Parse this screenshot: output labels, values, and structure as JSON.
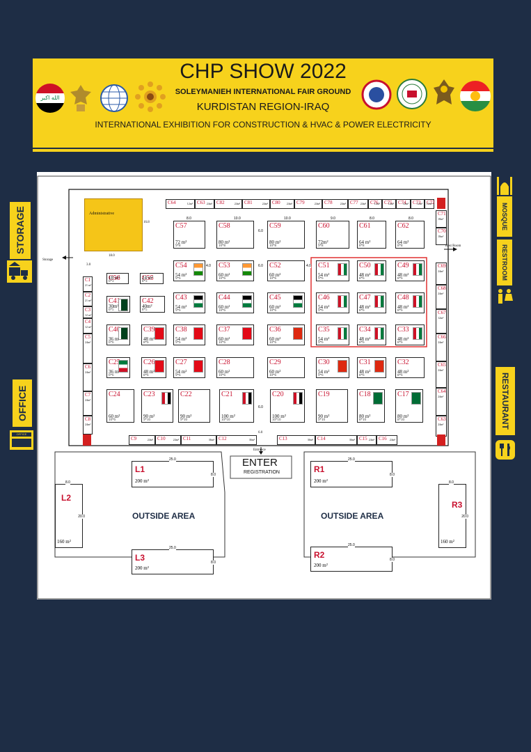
{
  "header": {
    "title": "CHP SHOW 2022",
    "venue": "SOLEYMANIEH INTERNATIONAL FAIR GROUND",
    "region": "KURDISTAN REGION-IRAQ",
    "subtitle": "INTERNATIONAL EXHIBITION FOR CONSTRUCTION & HVAC & POWER ELECTRICITY",
    "iraq_flag_text": "الله اكبر"
  },
  "side": {
    "storage": "STORAGE",
    "office": "OFFICE",
    "office_sign": "OFFICE",
    "mosque": "MOSQUE",
    "restroom": "RESTROOM",
    "restaurant": "RESTAURANT"
  },
  "map": {
    "administrative": "Administrative",
    "admin_width": "18.0",
    "admin_height": "16.8",
    "storage_label": "Storage",
    "rest_room_label": "Rest Room",
    "enter": "ENTER",
    "registration": "REGISTRATION",
    "entrance": "Entrance",
    "entrance_dim": "6.0",
    "outside_left": "OUTSIDE AREA",
    "outside_right": "OUTSIDE AREA",
    "left_gap": "3.0",
    "right_gap": "3.0",
    "aisle_dims": [
      "4.0",
      "6.0",
      "4.0"
    ],
    "top_dims": [
      "8.0",
      "10.0",
      "10.0",
      "9.0",
      "8.0",
      "8.0"
    ],
    "mid_dims": [
      "6.0",
      "6.0"
    ]
  },
  "booths": [
    {
      "id": "C57",
      "area": "72 m²",
      "dim": "9*8"
    },
    {
      "id": "C58",
      "area": "80 m²",
      "dim": "10*8"
    },
    {
      "id": "C59",
      "area": "80 m²",
      "dim": "10*8"
    },
    {
      "id": "C60",
      "area": "72m²",
      "dim": "9*8"
    },
    {
      "id": "C61",
      "area": "64 m²",
      "dim": "8*8"
    },
    {
      "id": "C62",
      "area": "64 m²",
      "dim": "8*8"
    },
    {
      "id": "C54",
      "area": "54 m²",
      "dim": "9*6"
    },
    {
      "id": "C53",
      "area": "60 m²",
      "dim": "10*6"
    },
    {
      "id": "C52",
      "area": "60 m²",
      "dim": "10*6"
    },
    {
      "id": "C51",
      "area": "54 m²",
      "dim": "9*6"
    },
    {
      "id": "C50",
      "area": "48 m²",
      "dim": "8*6"
    },
    {
      "id": "C49",
      "area": "48 m²",
      "dim": "8*6"
    },
    {
      "id": "C43",
      "area": "54 m²",
      "dim": "9*6"
    },
    {
      "id": "C44",
      "area": "60 m²",
      "dim": "10*6"
    },
    {
      "id": "C45",
      "area": "60 m²",
      "dim": "10*6"
    },
    {
      "id": "C46",
      "area": "54 m²",
      "dim": "9*6"
    },
    {
      "id": "C47",
      "area": "48 m²",
      "dim": "8*6"
    },
    {
      "id": "C48",
      "area": "48 m²",
      "dim": "8*6"
    },
    {
      "id": "C39",
      "area": "48 m²",
      "dim": "8*6"
    },
    {
      "id": "C38",
      "area": "54 m²",
      "dim": "9*6"
    },
    {
      "id": "C37",
      "area": "60 m²",
      "dim": "10*6"
    },
    {
      "id": "C36",
      "area": "60 m²",
      "dim": "10*6"
    },
    {
      "id": "C35",
      "area": "54 m²",
      "dim": "9*6"
    },
    {
      "id": "C34",
      "area": "48 m²",
      "dim": "8*6"
    },
    {
      "id": "C33",
      "area": "48 m²",
      "dim": "8*6"
    },
    {
      "id": "C26",
      "area": "48 m²",
      "dim": "8*6"
    },
    {
      "id": "C27",
      "area": "54 m²",
      "dim": "9*6"
    },
    {
      "id": "C28",
      "area": "60 m²",
      "dim": "10*6"
    },
    {
      "id": "C29",
      "area": "60 m²",
      "dim": "10*6"
    },
    {
      "id": "C30",
      "area": "54 m²",
      "dim": "9*6"
    },
    {
      "id": "C31",
      "area": "48 m²",
      "dim": "8*6"
    },
    {
      "id": "C32",
      "area": "48 m²",
      "dim": "8*6"
    },
    {
      "id": "C24",
      "area": "60 m²",
      "dim": "10*6"
    },
    {
      "id": "C23",
      "area": "90 m²",
      "dim": "9*10"
    },
    {
      "id": "C22",
      "area": "90 m²",
      "dim": "9*10"
    },
    {
      "id": "C21",
      "area": "100 m²",
      "dim": "10*10"
    },
    {
      "id": "C20",
      "area": "100 m²",
      "dim": "10*10"
    },
    {
      "id": "C19",
      "area": "90 m²",
      "dim": "9*10"
    },
    {
      "id": "C18",
      "area": "80 m²",
      "dim": "8*10"
    },
    {
      "id": "C17",
      "area": "80 m²",
      "dim": "8*10"
    },
    {
      "id": "C56",
      "area": "18 m²",
      "dim": "6*3"
    },
    {
      "id": "C55",
      "area": "24 m²",
      "dim": "8*3"
    },
    {
      "id": "C42",
      "area": "40m²",
      "dim": "8*5"
    },
    {
      "id": "C41",
      "area": "30m²",
      "dim": "6*5"
    },
    {
      "id": "C40",
      "area": "36 m²",
      "dim": "6*6"
    },
    {
      "id": "C25",
      "area": "36 m²",
      "dim": "6*6"
    }
  ],
  "wall_top": [
    {
      "id": "C64",
      "area": "12m²"
    },
    {
      "id": "C63",
      "area": "24m²"
    },
    {
      "id": "C82",
      "area": "24m²"
    },
    {
      "id": "C81",
      "area": "24m²"
    },
    {
      "id": "C80",
      "area": "24m²"
    },
    {
      "id": "C79",
      "area": "24m²"
    },
    {
      "id": "C78",
      "area": "24m²"
    },
    {
      "id": "C77",
      "area": "24m²"
    },
    {
      "id": "C76",
      "area": "12m²"
    },
    {
      "id": "C75",
      "area": "12m²"
    },
    {
      "id": "C74",
      "area": "12m²"
    },
    {
      "id": "C73",
      "area": "12m²"
    },
    {
      "id": "C72",
      "area": "12m²"
    }
  ],
  "wall_left": [
    {
      "id": "C1",
      "area": "21 m²"
    },
    {
      "id": "C2",
      "area": "21 m²"
    },
    {
      "id": "C3",
      "area": "12 m²"
    },
    {
      "id": "C4",
      "area": "12 m²"
    },
    {
      "id": "C5",
      "area": "24m²"
    },
    {
      "id": "C6",
      "area": "24m²"
    },
    {
      "id": "C7",
      "area": "24m²"
    },
    {
      "id": "C8",
      "area": "24m²"
    }
  ],
  "wall_right": [
    {
      "id": "C71",
      "area": "18m²"
    },
    {
      "id": "C70",
      "area": "18m²"
    },
    {
      "id": "C69",
      "area": "24m²"
    },
    {
      "id": "C68",
      "area": "24m²"
    },
    {
      "id": "C67",
      "area": "12m²"
    },
    {
      "id": "C66",
      "area": "24m²"
    },
    {
      "id": "C65",
      "area": "24m²"
    },
    {
      "id": "C64",
      "area": "24m²"
    },
    {
      "id": "C63",
      "area": "24m²"
    }
  ],
  "wall_bottom": [
    {
      "id": "C9",
      "area": "24m²"
    },
    {
      "id": "C10",
      "area": "24m²"
    },
    {
      "id": "C11",
      "area": "36m²"
    },
    {
      "id": "C12",
      "area": "36m²"
    },
    {
      "id": "C13",
      "area": "36m²"
    },
    {
      "id": "C14",
      "area": "36m²"
    },
    {
      "id": "C15",
      "area": "24m²"
    },
    {
      "id": "C16",
      "area": "24m²"
    }
  ],
  "outside": [
    {
      "id": "L1",
      "area": "200 m²",
      "w": "25.0",
      "h": "8.0"
    },
    {
      "id": "L2",
      "area": "160 m²",
      "w": "8.0",
      "h": "20.0"
    },
    {
      "id": "L3",
      "area": "200 m²",
      "w": "25.0",
      "h": "8.0"
    },
    {
      "id": "R1",
      "area": "200 m²",
      "w": "25.0",
      "h": "8.0"
    },
    {
      "id": "R2",
      "area": "200 m²",
      "w": "25.0",
      "h": "8.0"
    },
    {
      "id": "R3",
      "area": "160 m²",
      "w": "8.0",
      "h": "20.0"
    }
  ],
  "colors": {
    "background": "#1e2d45",
    "accent": "#f7d21c",
    "booth_id": "#c8102e",
    "highlight": "#e03030"
  }
}
